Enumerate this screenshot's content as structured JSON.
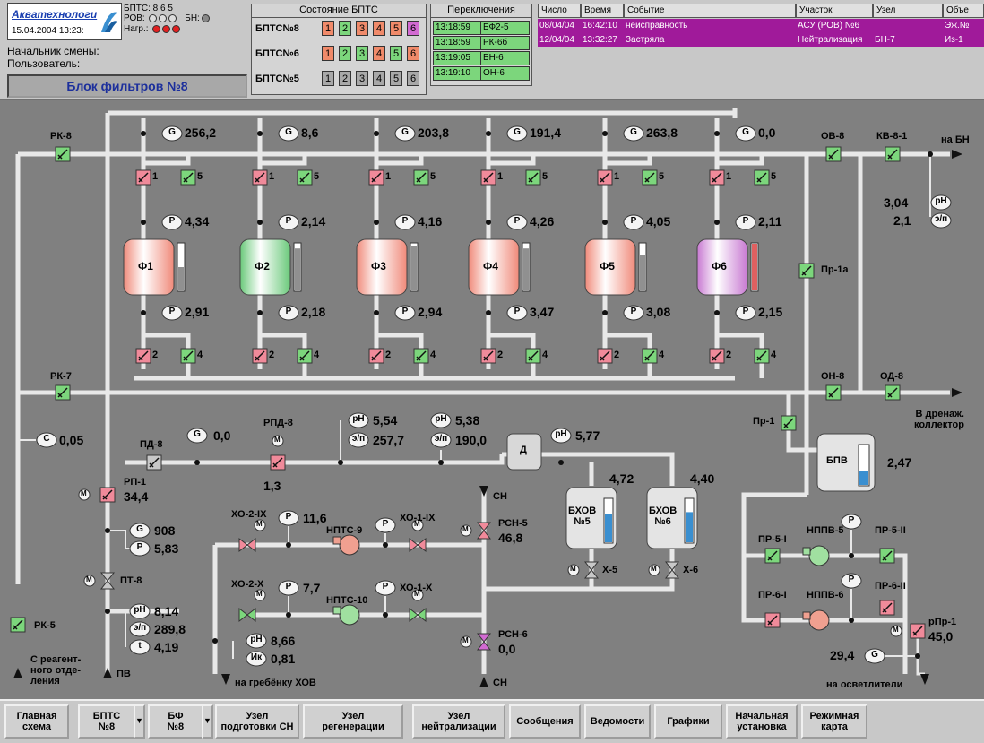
{
  "header": {
    "logo_text": "Акватехнологи",
    "datetime": "15.04.2004 13:23:",
    "bpts_label": "БПТС: 8  6  5",
    "rov_label": "РОВ:",
    "bn_label": "БН:",
    "narg_label": "Нагр.:",
    "shift_chief_label": "Начальник смены:",
    "user_label": "Пользователь:",
    "block_name": "Блок фильтров №8"
  },
  "bpts_state": {
    "title": "Состояние БПТС",
    "rows": [
      {
        "name": "БПТС№8",
        "cells": [
          "1",
          "2",
          "3",
          "4",
          "5",
          "6"
        ],
        "colors": [
          "#f08a6a",
          "#7cd67c",
          "#f08a6a",
          "#f08a6a",
          "#f08a6a",
          "#d26ad2"
        ]
      },
      {
        "name": "БПТС№6",
        "cells": [
          "1",
          "2",
          "3",
          "4",
          "5",
          "6"
        ],
        "colors": [
          "#f08a6a",
          "#7cd67c",
          "#7cd67c",
          "#f08a6a",
          "#7cd67c",
          "#f08a6a"
        ]
      },
      {
        "name": "БПТС№5",
        "cells": [
          "1",
          "2",
          "3",
          "4",
          "5",
          "6"
        ],
        "colors": [
          "#a8a8a8",
          "#a8a8a8",
          "#a8a8a8",
          "#a8a8a8",
          "#a8a8a8",
          "#a8a8a8"
        ]
      }
    ]
  },
  "switches": {
    "title": "Переключения",
    "rows": [
      {
        "time": "13:18:59",
        "obj": "БФ2-5"
      },
      {
        "time": "13:18:59",
        "obj": "РК-6б"
      },
      {
        "time": "13:19:05",
        "obj": "БН-6"
      },
      {
        "time": "13:19:10",
        "obj": "ОН-6"
      }
    ]
  },
  "events": {
    "columns": [
      "Число",
      "Время",
      "Событие",
      "Участок",
      "Узел",
      "Объе"
    ],
    "rows": [
      {
        "date": "08/04/04",
        "time": "16:42:10",
        "event": "неисправность",
        "area": "АСУ (РОВ) №6",
        "node": "",
        "obj": "Эж.№"
      },
      {
        "date": "12/04/04",
        "time": "13:32:27",
        "event": "Застряла",
        "area": "Нейтрализация",
        "node": "БН-7",
        "obj": "Из-1"
      }
    ]
  },
  "mimic": {
    "flows": [
      {
        "v": "256,2"
      },
      {
        "v": "8,6"
      },
      {
        "v": "203,8"
      },
      {
        "v": "191,4"
      },
      {
        "v": "263,8"
      },
      {
        "v": "0,0"
      }
    ],
    "p_top": [
      "4,34",
      "2,14",
      "4,16",
      "4,26",
      "4,05",
      "2,11"
    ],
    "p_bot": [
      "2,91",
      "2,18",
      "2,94",
      "3,47",
      "3,08",
      "2,15"
    ],
    "tanks": [
      {
        "name": "Ф1",
        "color": "#f08a7a",
        "level": 0.5,
        "barcolor": "#909090"
      },
      {
        "name": "Ф2",
        "color": "#6ac97a",
        "level": 0.9,
        "barcolor": "#909090"
      },
      {
        "name": "Ф3",
        "color": "#f08a7a",
        "level": 0.95,
        "barcolor": "#909090"
      },
      {
        "name": "Ф4",
        "color": "#f08a7a",
        "level": 0.9,
        "barcolor": "#909090"
      },
      {
        "name": "Ф5",
        "color": "#f08a7a",
        "level": 0.75,
        "barcolor": "#909090"
      },
      {
        "name": "Ф6",
        "color": "#c87ad2",
        "level": 1.0,
        "barcolor": "#e06060"
      }
    ],
    "valve_num_1": "1",
    "valve_num_5": "5",
    "valve_num_2": "2",
    "valve_num_4": "4",
    "labels": {
      "rk8": "РК-8",
      "rk7": "РК-7",
      "rk5": "РК-5",
      "ov8": "ОВ-8",
      "kv81": "КВ-8-1",
      "na_bn": "на БН",
      "pr1a": "Пр-1а",
      "pr1": "Пр-1",
      "on8": "ОН-8",
      "od8": "ОД-8",
      "drain": "В дренаж.\nколлектор",
      "pd8": "ПД-8",
      "rpd8": "РПД-8",
      "rp1": "РП-1",
      "pt8": "ПТ-8",
      "d": "Д",
      "bpv": "БПВ",
      "bhov5": "БХОВ\n№5",
      "bhov6": "БХОВ\n№6",
      "x5": "Х-5",
      "x6": "Х-6",
      "ho2ix": "ХО-2-IX",
      "ho1ix": "ХО-1-IX",
      "ho2x": "ХО-2-Х",
      "ho1x": "ХО-1-Х",
      "npts9": "НПТС-9",
      "npts10": "НПТС-10",
      "rsn5": "РСН-5",
      "rsn6": "РСН-6",
      "sn": "СН",
      "pr5i": "ПР-5-I",
      "nppv5": "НППВ-5",
      "pr5ii": "ПР-5-II",
      "pr6i": "ПР-6-I",
      "nppv6": "НППВ-6",
      "pr6ii": "ПР-6-II",
      "rpr1": "рПр-1",
      "to_clarifiers": "на осветлители",
      "to_comb": "на гребёнку ХОВ",
      "reagent": "С реагент-\nного отде-\nления",
      "pv": "ПВ",
      "sn_bottom": "СН"
    },
    "values": {
      "ph_top": "3,04",
      "ep_top": "2,1",
      "c_val": "0,05",
      "g_pd8": "0,0",
      "rpd8_val": "1,3",
      "ph1": "5,54",
      "ep1": "257,7",
      "ph2": "5,38",
      "ep2": "190,0",
      "ph_d": "5,77",
      "bhov5_lvl": "4,72",
      "bhov6_lvl": "4,40",
      "bpv_lvl": "2,47",
      "rp1_val": "34,4",
      "g_pt": "908",
      "p_pt": "5,83",
      "ph_pv": "8,14",
      "ep_pv": "289,8",
      "t_pv": "4,19",
      "p_ho2ix": "11,6",
      "p_ho2x": "7,7",
      "rsn5_val": "46,8",
      "rsn6_val": "0,0",
      "ph_sn": "8,66",
      "ik_sn": "0,81",
      "g_rpr": "29,4",
      "rpr1_val": "45,0"
    },
    "bhov5_level": 0.65,
    "bhov6_level": 0.7,
    "bpv_level": 0.35
  },
  "footer": {
    "buttons": [
      {
        "label": "Главная\nсхема"
      },
      {
        "label": "БПТС\n№8"
      },
      {
        "label": "БФ\n№8"
      },
      {
        "label": "Узел\nподготовки СН"
      },
      {
        "label": "Узел\nрегенерации"
      },
      {
        "label": "Узел\nнейтрализации"
      },
      {
        "label": "Сообщения"
      },
      {
        "label": "Ведомости"
      },
      {
        "label": "Графики"
      },
      {
        "label": "Начальная\nустановка"
      },
      {
        "label": "Режимная\nкарта"
      }
    ]
  },
  "colors": {
    "pipe": "#e8e8e8",
    "valve_green": "#7cd67c",
    "valve_red": "#f08a9a",
    "bg": "#808080"
  }
}
